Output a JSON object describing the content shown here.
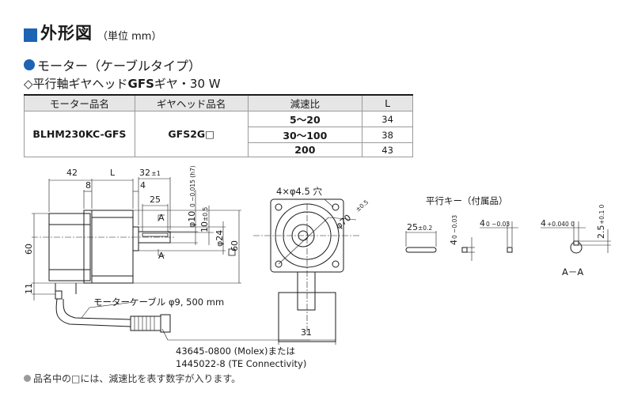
{
  "header": {
    "title": "外形図",
    "unit": "（単位 mm）",
    "subtitle": "モーター（ケーブルタイプ）",
    "gear_prefix": "◇平行軸ギヤヘッド",
    "gear_code": "GFS",
    "gear_suffix": "ギヤ・30 W"
  },
  "table": {
    "headers": [
      "モーター品名",
      "ギヤヘッド品名",
      "減速比",
      "L"
    ],
    "motor": "BLHM230KC-GFS",
    "gearhead": "GFS2G□",
    "rows": [
      {
        "ratio": "5～20",
        "L": "34"
      },
      {
        "ratio": "30～100",
        "L": "38"
      },
      {
        "ratio": "200",
        "L": "43"
      }
    ]
  },
  "drawing": {
    "dim_42": "42",
    "dim_L": "L",
    "dim_32": "32",
    "dim_32_tol": "±1",
    "dim_8": "8",
    "dim_4": "4",
    "dim_25": "25",
    "dim_shaft_phi": "φ10",
    "dim_shaft_tol": "0 −0.015 (h7)",
    "dim_10": "10",
    "dim_10_tol": "±0.5",
    "dim_phi24": "φ24",
    "dim_60_left": "60",
    "dim_60_right": "60",
    "dim_11": "11",
    "section_A1": "A",
    "section_A2": "A",
    "cable_label": "モーターケーブル φ9, 500 mm",
    "connector_label_1": "43645-0800 (Molex)または",
    "connector_label_2": "1445022-8 (TE Connectivity)",
    "front_holes": "4×φ4.5 穴",
    "front_phi70": "φ70",
    "front_phi70_tol": "±0.5",
    "front_31": "31",
    "key_title": "平行キー（付属品）",
    "key_25": "25",
    "key_25_tol": "±0.2",
    "key_4a": "4",
    "key_4a_tol": "0 −0.03",
    "key_4b": "4",
    "key_4b_tol": "0 −0.03",
    "aa_4": "4",
    "aa_4_tol": "+0.040 0",
    "aa_25": "2.5",
    "aa_25_tol": "+0.1 0",
    "aa_label": "A－A"
  },
  "note": "品名中の□には、減速比を表す数字が入ります。"
}
